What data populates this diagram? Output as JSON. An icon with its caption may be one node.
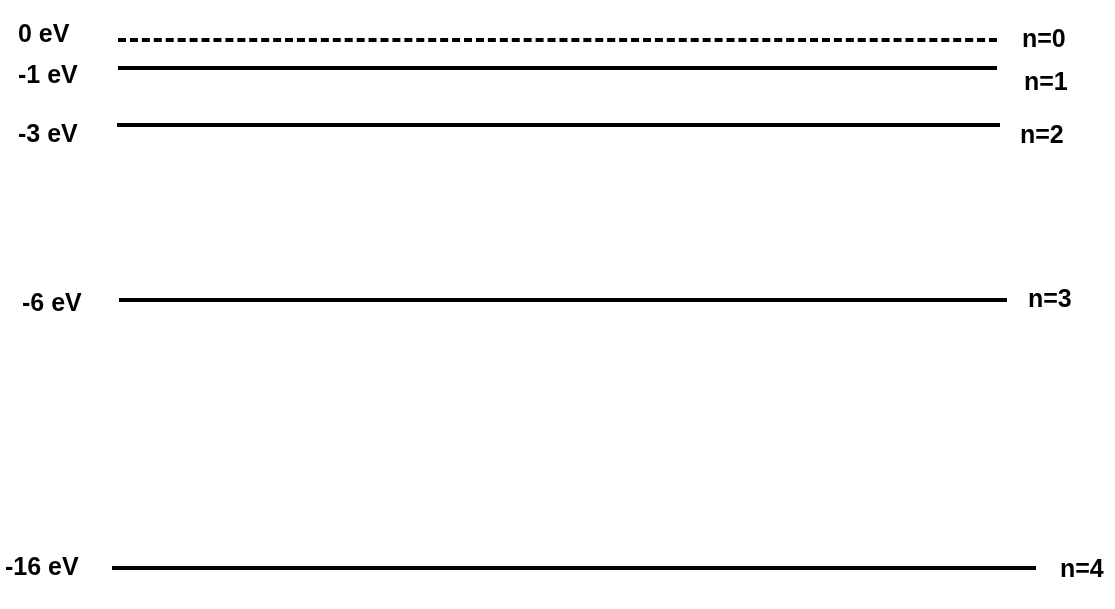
{
  "diagram": {
    "nodes": [
      {
        "text": [
          "0 eV",
          "n=0"
        ]
      },
      {
        "text": [
          "-1 eV",
          "n=1"
        ]
      },
      {
        "text": [
          "-3 eV",
          "n=2"
        ]
      },
      {
        "text": [
          "-6 eV",
          "n=3"
        ]
      },
      {
        "text": [
          "-16 eV",
          "n=4"
        ]
      }
    ]
  }
}
